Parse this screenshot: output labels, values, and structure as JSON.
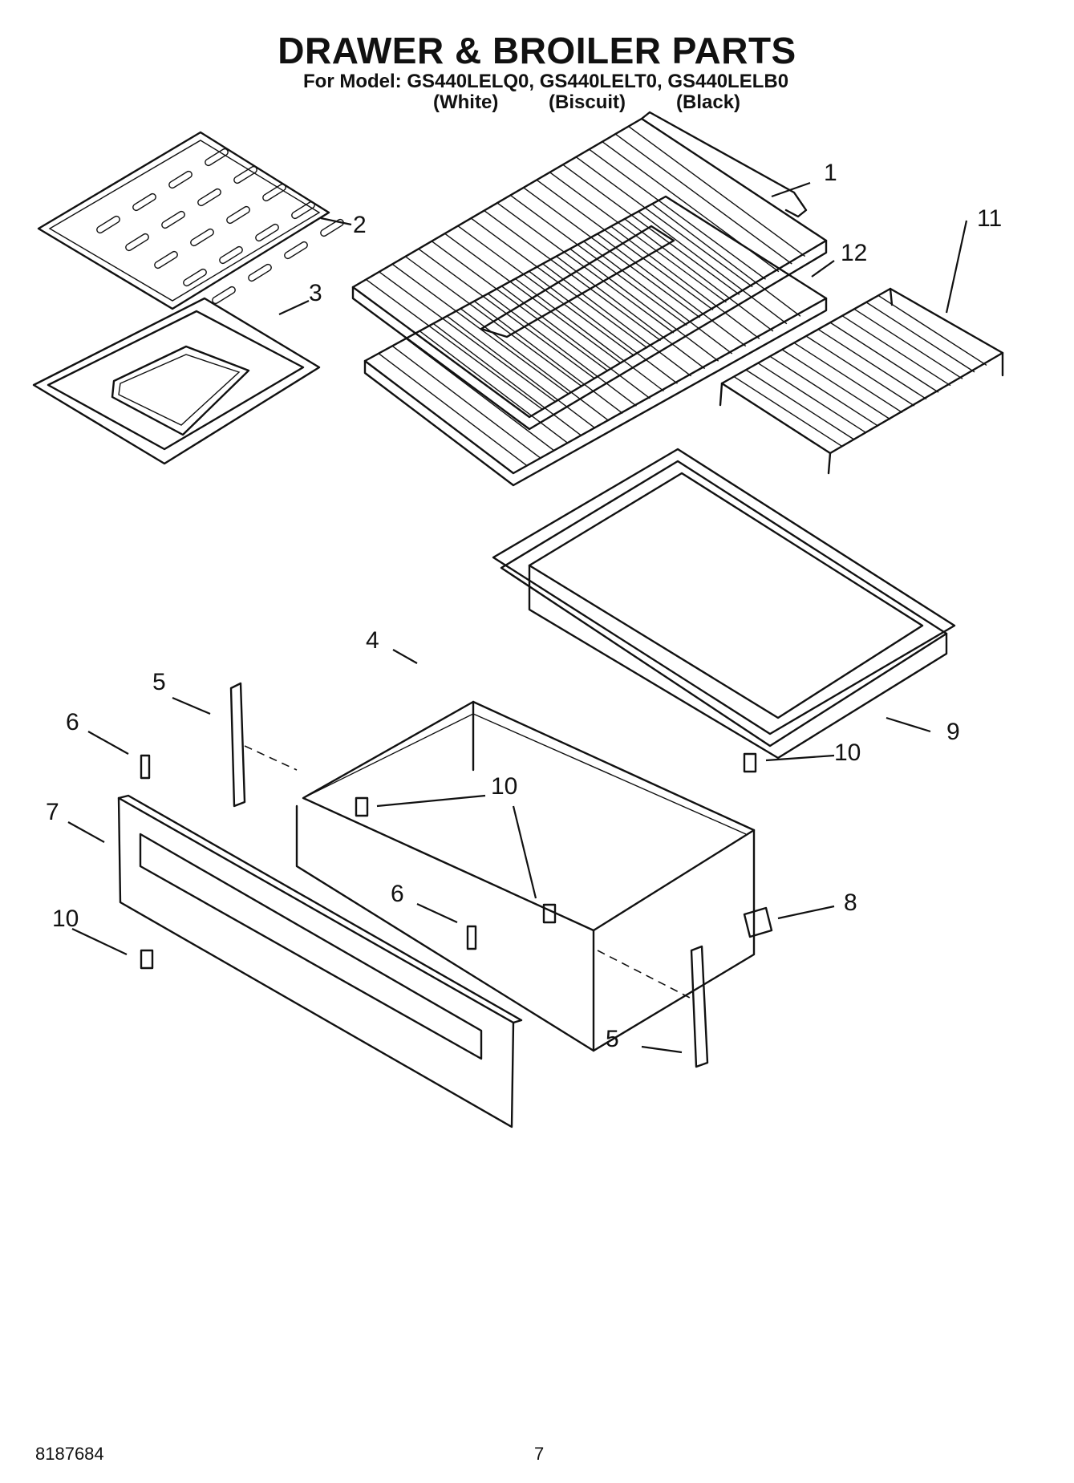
{
  "header": {
    "title": "DRAWER & BROILER PARTS",
    "model_line": "For Model: GS440LELQ0, GS440LELT0, GS440LELB0",
    "variants": [
      "(White)",
      "(Biscuit)",
      "(Black)"
    ]
  },
  "parts": {
    "rack_slide": "1",
    "broiler_grid": "2",
    "broiler_pan": "3",
    "drawer_body": "4",
    "drawer_glide_upper": "5",
    "drawer_glide_lower": "5",
    "stud_left": "6",
    "stud_right": "6",
    "drawer_front": "7",
    "clip": "8",
    "drawer_liner": "9",
    "screw_right": "10",
    "screw_center": "10",
    "screw_lower_center": "10",
    "screw_left": "10",
    "half_rack": "11",
    "oven_rack": "12"
  },
  "footer": {
    "doc_number": "8187684",
    "page_number": "7"
  }
}
